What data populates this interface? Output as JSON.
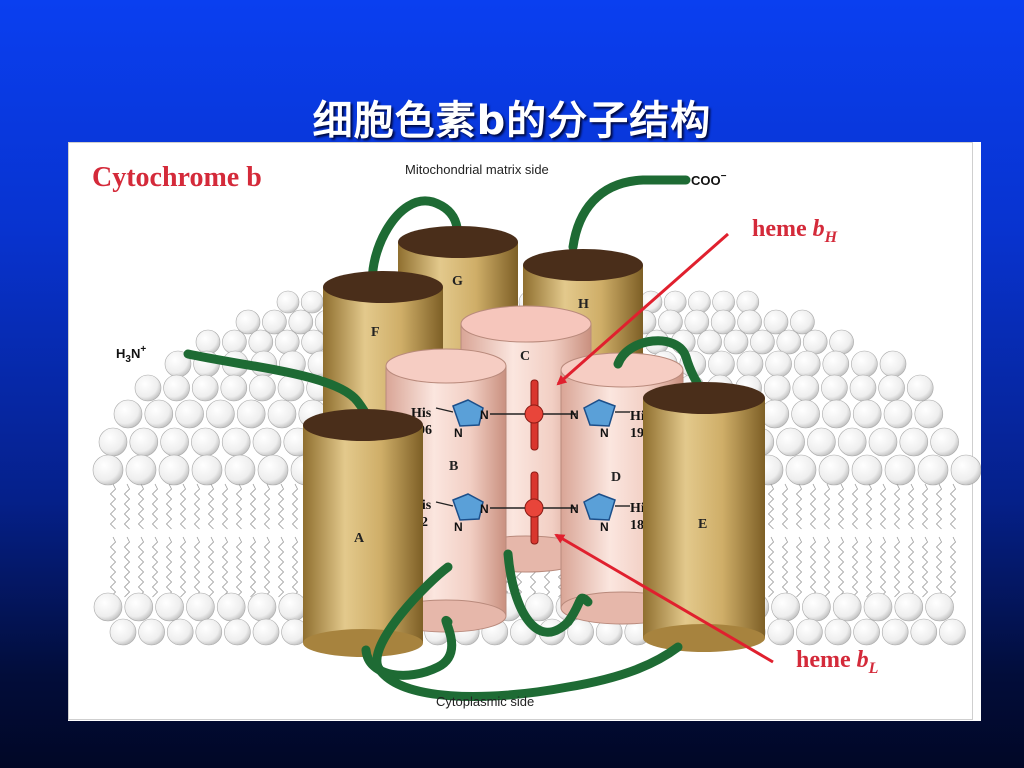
{
  "slide": {
    "title": "细胞色素b的分子结构"
  },
  "figure": {
    "title": "Cytochrome b",
    "matrix_side": "Mitochondrial matrix side",
    "cytoplasmic_side": "Cytoplasmic side",
    "c_terminus": "COO",
    "c_terminus_charge": "−",
    "n_terminus": "H",
    "n_terminus_sub": "3",
    "n_terminus_atom": "N",
    "n_terminus_charge": "+",
    "heme_prefix": "heme ",
    "heme_b": "b",
    "heme_h_sub": "H",
    "heme_l_sub": "L",
    "helices": [
      "A",
      "B",
      "C",
      "D",
      "E",
      "F",
      "G",
      "H"
    ],
    "his_label": "His",
    "his_upper_left": "96",
    "his_lower_left": "82",
    "his_upper_right": "197",
    "his_lower_right": "183",
    "nitrogen": "N",
    "colors": {
      "title_red": "#d42a3a",
      "arrow_red": "#e0202e",
      "loop_green": "#1e6b34",
      "gold_helix": "#c9a860",
      "pink_helix": "#f2c9bf",
      "heme_red": "#e8453a",
      "imidazole_blue": "#5aa0d8"
    }
  }
}
